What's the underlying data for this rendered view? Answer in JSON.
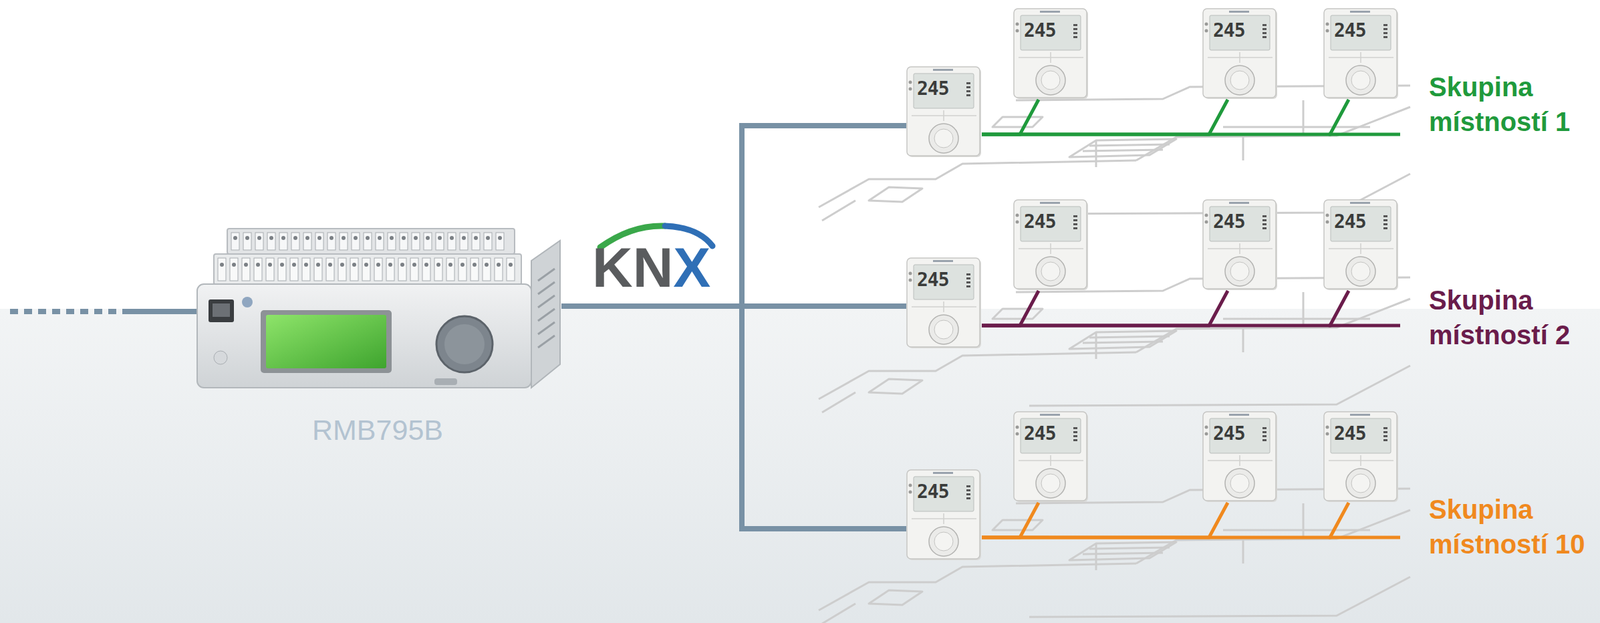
{
  "diagram": {
    "nodes": [
      {
        "text": [
          "RMB795B"
        ]
      },
      {
        "text": [
          "245"
        ]
      },
      {
        "text": [
          "245"
        ]
      },
      {
        "text": [
          "245"
        ]
      },
      {
        "text": [
          "245"
        ]
      },
      {
        "text": [
          "245"
        ]
      },
      {
        "text": [
          "245"
        ]
      },
      {
        "text": [
          "245"
        ]
      },
      {
        "text": [
          "245"
        ]
      },
      {
        "text": [
          "245"
        ]
      },
      {
        "text": [
          "245"
        ]
      },
      {
        "text": [
          "245"
        ]
      },
      {
        "text": [
          "245"
        ]
      }
    ],
    "edges": [
      {
        "from": 0,
        "to": 1,
        "arrow": "none"
      },
      {
        "from": 0,
        "to": 5,
        "arrow": "none"
      },
      {
        "from": 0,
        "to": 9,
        "arrow": "none"
      },
      {
        "from": 1,
        "to": 2,
        "arrow": "none"
      },
      {
        "from": 1,
        "to": 3,
        "arrow": "none"
      },
      {
        "from": 1,
        "to": 4,
        "arrow": "none"
      },
      {
        "from": 5,
        "to": 6,
        "arrow": "none"
      },
      {
        "from": 5,
        "to": 7,
        "arrow": "none"
      },
      {
        "from": 5,
        "to": 8,
        "arrow": "none"
      },
      {
        "from": 9,
        "to": 10,
        "arrow": "none"
      },
      {
        "from": 9,
        "to": 11,
        "arrow": "none"
      },
      {
        "from": 9,
        "to": 12,
        "arrow": "none"
      }
    ],
    "labels": [
      "KNX",
      "Skupina místností 1",
      "Skupina místností 2",
      "Skupina místností 10"
    ]
  }
}
